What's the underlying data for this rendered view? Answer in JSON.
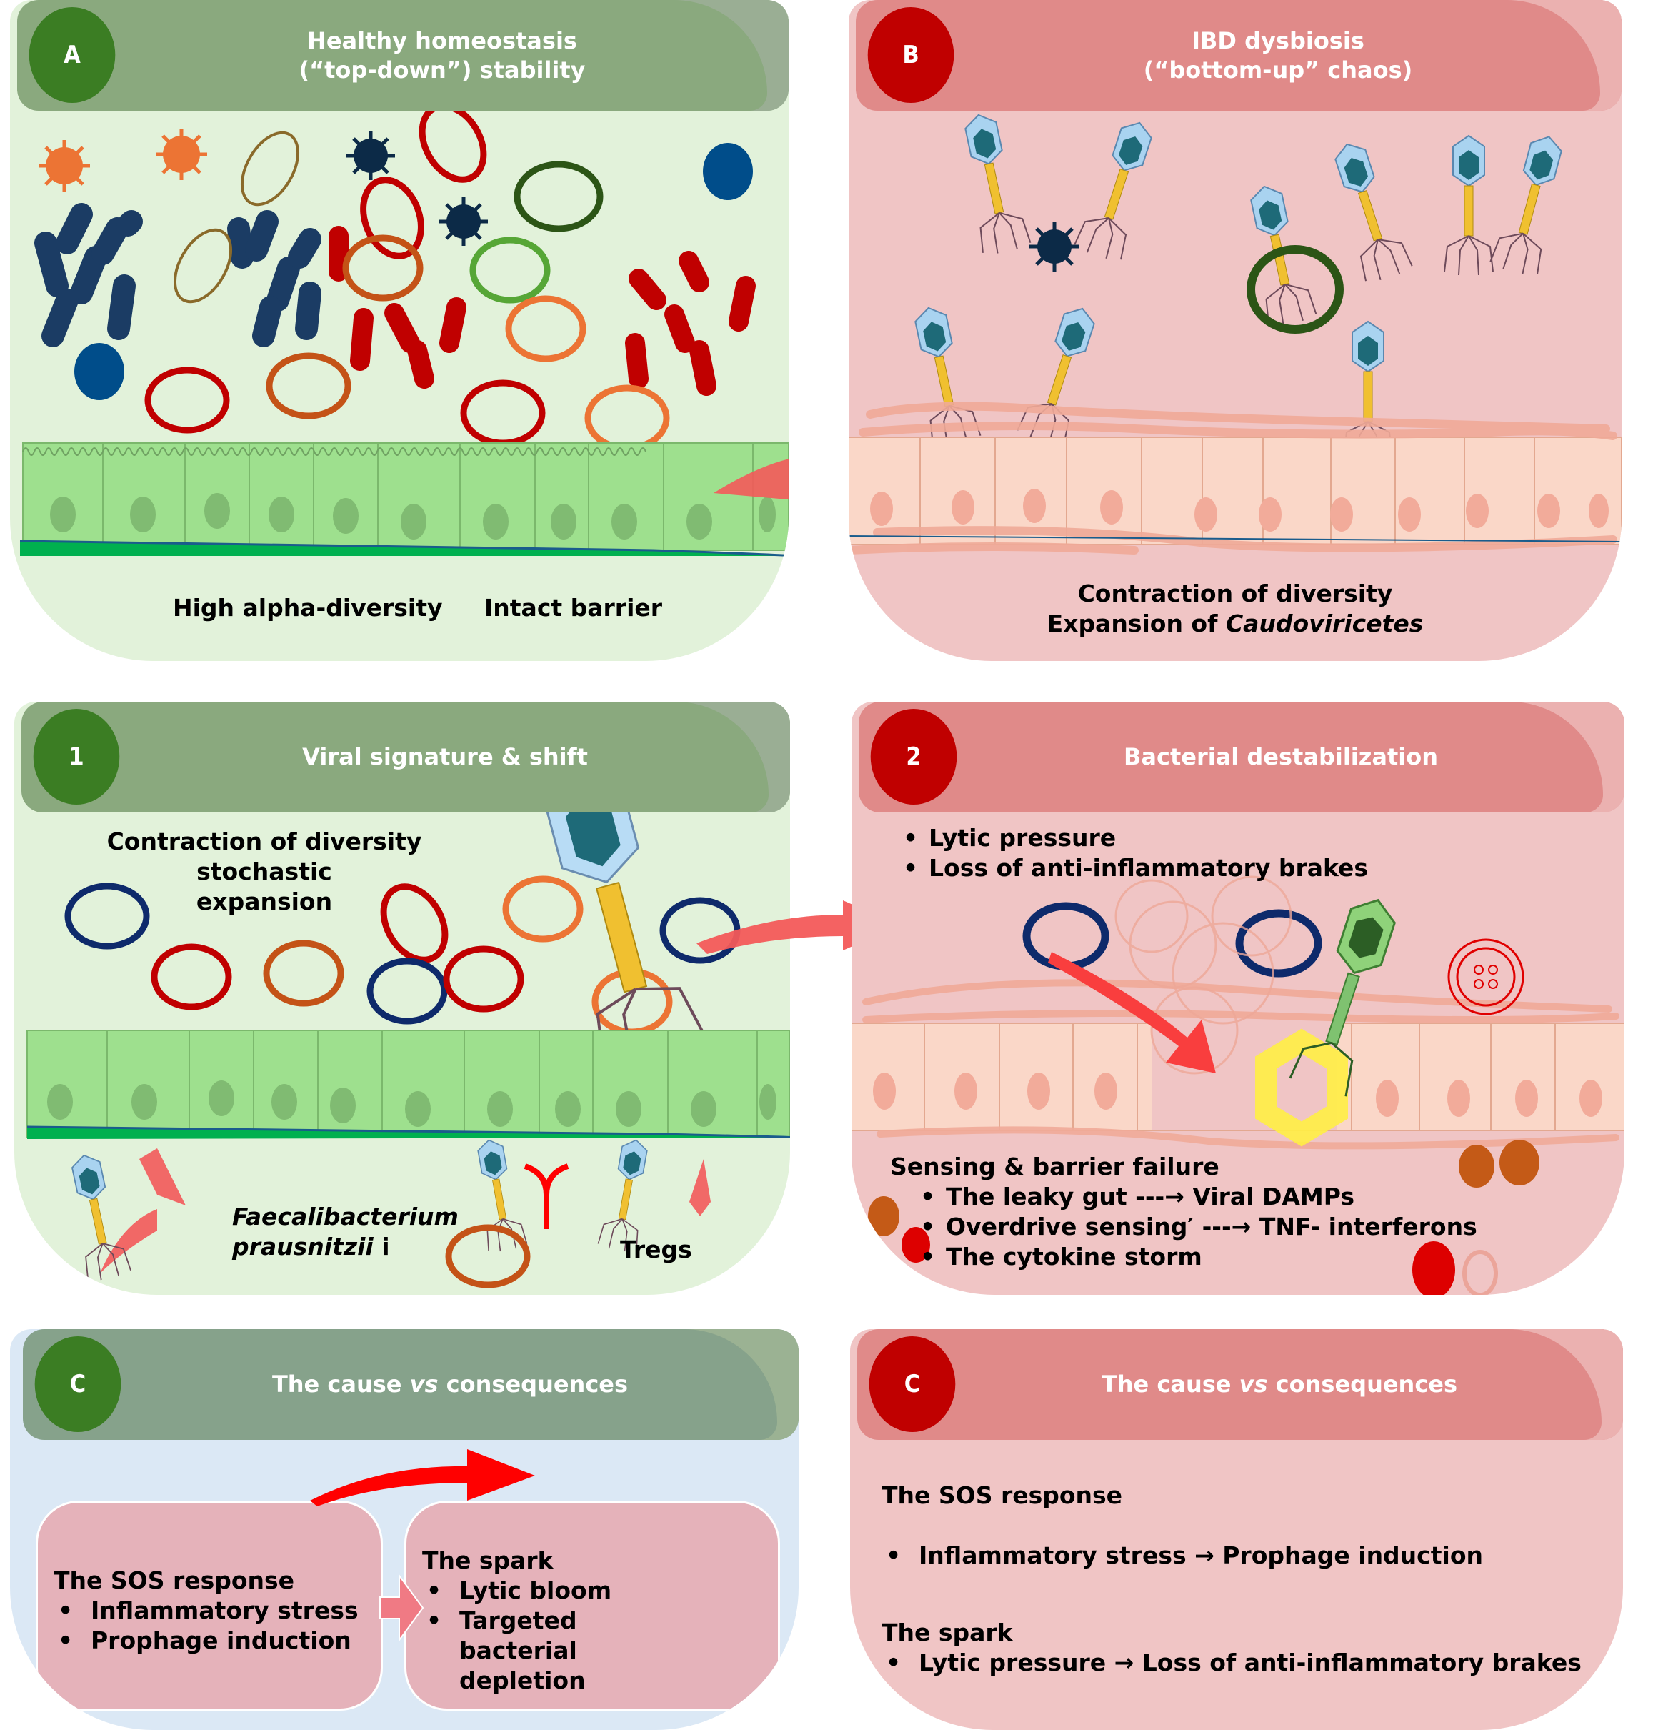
{
  "panels": {
    "A": {
      "badge": "A",
      "title_line1": "Healthy homeostasis",
      "title_line2": "(“top-down”) stability",
      "label_left": "High alpha-diversity",
      "label_right": "Intact barrier",
      "color": "#3b7d23"
    },
    "B": {
      "badge": "B",
      "title_line1": "IBD dysbiosis",
      "title_line2": "(“bottom-up” chaos)",
      "caption_line1": "Contraction of diversity",
      "caption_line2_prefix": "Expansion of ",
      "caption_line2_italic": "Caudoviricetes",
      "color": "#c00000"
    },
    "step1": {
      "badge": "1",
      "title": "Viral signature & shift",
      "subtitle_line1": "Contraction of diversity stochastic",
      "subtitle_line2": "expansion",
      "label_species_line1": "Faecalibacterium",
      "label_species_line2_italic": "prausnitzii",
      "label_species_line2_suffix": " i",
      "label_tregs": "Tregs"
    },
    "step2": {
      "badge": "2",
      "title": "Bacterial destabilization",
      "bullets": [
        "Lytic pressure",
        "Loss of anti-inflammatory brakes"
      ],
      "sensing_title": "Sensing & barrier failure",
      "sensing_items": [
        "The leaky gut ---→ Viral DAMPs",
        "Overdrive sensing′  ---→ TNF- interferons",
        "The cytokine storm"
      ]
    },
    "C_left": {
      "badge": "C",
      "title_prefix": "The cause ",
      "title_italic": "vs",
      "title_suffix": " consequences",
      "box1_title": "The SOS response",
      "box1_items": [
        "Inflammatory stress",
        "Prophage induction"
      ],
      "box2_title": "The spark",
      "box2_items": [
        "Lytic bloom",
        "Targeted bacterial depletion"
      ]
    },
    "C_right": {
      "badge": "C",
      "title_prefix": "The cause ",
      "title_italic": "vs",
      "title_suffix": " consequences",
      "sos_title": "The SOS response",
      "sos_item": "Inflammatory stress → Prophage induction",
      "spark_title": "The spark",
      "spark_item": "Lytic pressure → Loss of anti-inflammatory brakes"
    }
  },
  "colors": {
    "healthy_bg": "#e2f2da",
    "disease_bg": "#f0c5c5",
    "cause_bg": "#dbe8f5",
    "arrow": "#f35a5a",
    "epithelium_healthy": "#9ee08e",
    "epithelium_disease": "#fad7c8"
  }
}
